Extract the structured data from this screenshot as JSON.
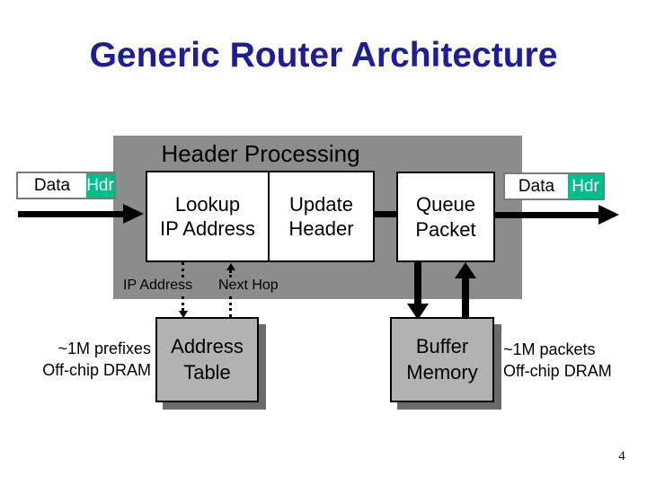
{
  "slide": {
    "title": "Generic Router Architecture",
    "page_number": "4"
  },
  "diagram": {
    "panel_label": "Header Processing",
    "packet_left": {
      "data": "Data",
      "hdr": "Hdr"
    },
    "packet_right": {
      "data": "Data",
      "hdr": "Hdr"
    },
    "lookup_box": {
      "line1": "Lookup",
      "line2": "IP Address"
    },
    "update_box": {
      "line1": "Update",
      "line2": "Header"
    },
    "queue_box": {
      "line1": "Queue",
      "line2": "Packet"
    },
    "bus_labels": {
      "ip_address": "IP Address",
      "next_hop": "Next Hop"
    },
    "address_table_box": {
      "line1": "Address",
      "line2": "Table"
    },
    "buffer_memory_box": {
      "line1": "Buffer",
      "line2": "Memory"
    },
    "caption_left": {
      "line1": "~1M prefixes",
      "line2": "Off-chip DRAM"
    },
    "caption_right": {
      "line1": "~1M packets",
      "line2": "Off-chip DRAM"
    }
  },
  "colors": {
    "title-blue": "#1c1c9c",
    "panel-gray": "#8c8c8c",
    "memory-gray": "#b2b2b2",
    "shadow-gray": "#6b6b6b",
    "hdr-teal": "#00be8c",
    "ink": "#000000"
  }
}
